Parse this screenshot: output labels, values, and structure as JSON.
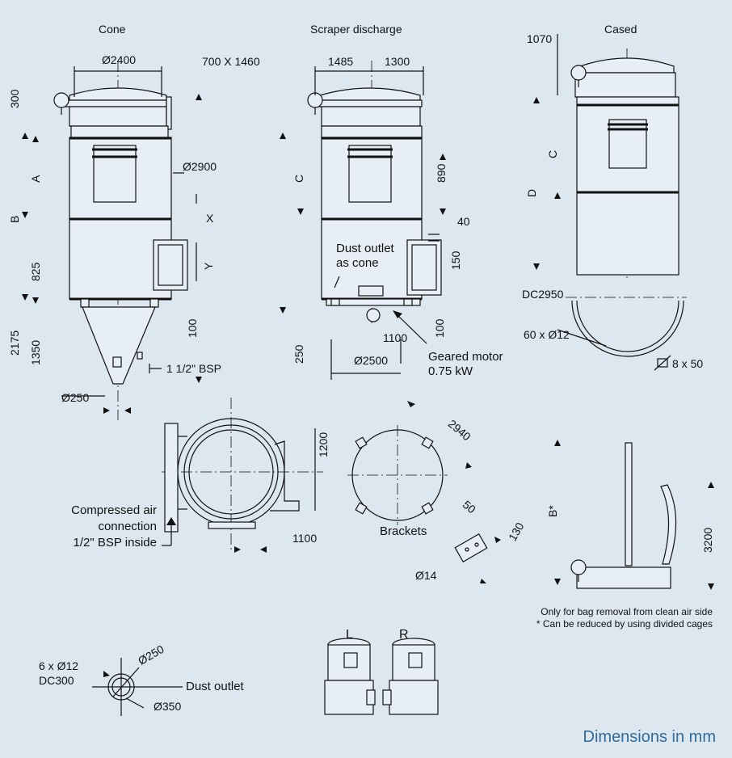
{
  "views": {
    "cone": {
      "title": "Cone",
      "dia_top": "Ø2400",
      "opening": "700 X 1460",
      "dia_body": "Ø2900",
      "dia_outlet": "Ø250",
      "bsp": "1 1/2\" BSP",
      "dims": {
        "d300": "300",
        "a": "A",
        "b": "B",
        "x": "X",
        "y": "Y",
        "d825": "825",
        "d100": "100",
        "d2175": "2175",
        "d1350": "1350"
      }
    },
    "scraper": {
      "title": "Scraper discharge",
      "w1485": "1485",
      "w1300": "1300",
      "c": "C",
      "d890": "890",
      "d40": "40",
      "d150": "150",
      "dust_outlet_line1": "Dust outlet",
      "dust_outlet_line2": "as cone",
      "d100": "100",
      "d250": "250",
      "d1100": "1100",
      "dia2500": "Ø2500",
      "motor_line1": "Geared motor",
      "motor_line2": "0.75 kW"
    },
    "cased": {
      "title": "Cased",
      "d1070": "1070",
      "c": "C",
      "d": "D",
      "dc2950": "DC2950",
      "holes": "60 x Ø12",
      "flat": "8 x 50"
    },
    "plan": {
      "d1200": "1200",
      "d1100": "1100",
      "air_line1": "Compressed air",
      "air_line2": "connection",
      "air_line3": "1/2\" BSP inside"
    },
    "brackets": {
      "d2940": "2940",
      "label": "Brackets",
      "d50": "50",
      "d130": "130",
      "dia14": "Ø14"
    },
    "removal": {
      "bstar": "B*",
      "d3200": "3200",
      "note1": "Only for bag removal from clean air side",
      "note2": "* Can be reduced by using divided cages"
    },
    "outlet": {
      "holes": "6 x Ø12",
      "dc300": "DC300",
      "dia250": "Ø250",
      "dia350": "Ø350",
      "label": "Dust outlet"
    },
    "lr": {
      "l": "L",
      "r": "R"
    }
  },
  "footer": "Dimensions in mm",
  "colors": {
    "background": "#dde7f0",
    "footer": "#2f6b9a",
    "line": "#111111"
  }
}
